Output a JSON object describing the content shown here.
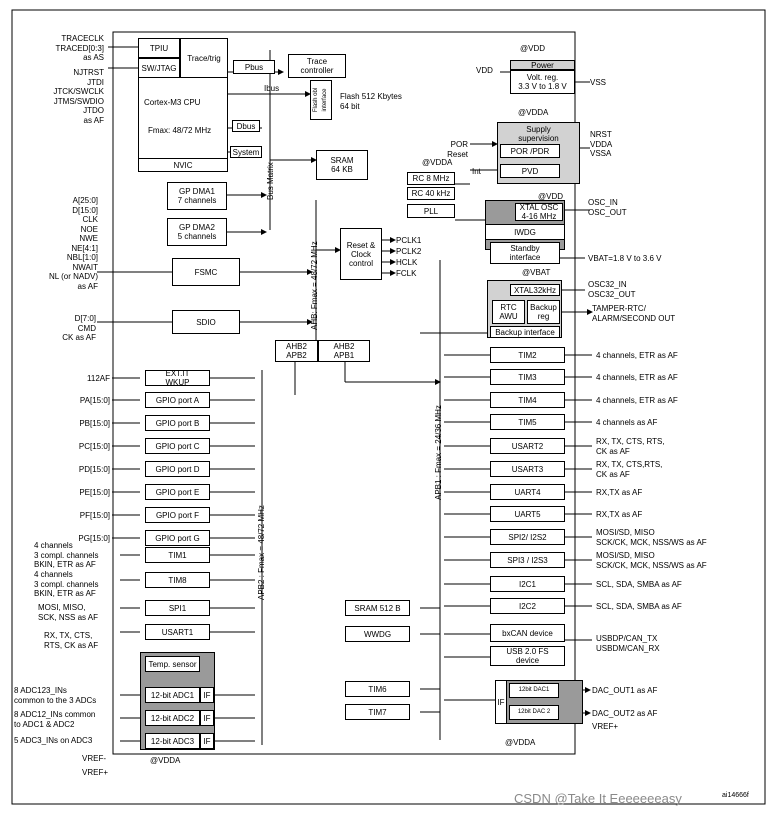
{
  "ext_left": {
    "trace": "TRACECLK\nTRACED[0:3]\nas AS",
    "jtag": "NJTRST\nJTDI\nJTCK/SWCLK\nJTMS/SWDIO\nJTDO\nas AF",
    "fsmc": "A[25:0]\nD[15:0]\nCLK\nNOE\nNWE\nNE[4:1]\nNBL[1:0]\nNWAIT\nNL (or NADV)\nas AF",
    "sdio": "D[7:0]\nCMD\nCK as AF",
    "exti": "112AF",
    "gpio": [
      "PA[15:0]",
      "PB[15:0]",
      "PC[15:0]",
      "PD[15:0]",
      "PE[15:0]",
      "PF[15:0]",
      "PG[15:0]"
    ],
    "tim1": "4 channels\n3 compl. channels\nBKIN, ETR as AF",
    "tim8": "4 channels\n3 compl. channels\nBKIN, ETR as AF",
    "spi1": "MOSI, MISO,\nSCK, NSS as AF",
    "usart1": "RX, TX, CTS,\nRTS, CK as AF",
    "adc1": "8 ADC123_INs\ncommon to the 3 ADCs",
    "adc2": "8 ADC12_INs common\nto ADC1 & ADC2",
    "adc3": "5 ADC3_INs on ADC3",
    "vref_minus": "VREF-",
    "vref_plus": "VREF+"
  },
  "core": {
    "tpiu": "TPIU",
    "swjtag": "SW/JTAG",
    "trace_trig": "Trace/trig",
    "cpu": "Cortex-M3 CPU",
    "fmax": "Fmax: 48/72 MHz",
    "nvic": "NVIC",
    "pbus": "Pbus",
    "ibus": "Ibus",
    "dbus": "Dbus",
    "system": "System",
    "trace_ctrl": "Trace\ncontroller",
    "flash_iface": "Flash obl\ninterface",
    "flash": "Flash 512 Kbytes\n64 bit",
    "sram": "SRAM\n64 KB",
    "bus_matrix": "Bus Matrix",
    "gpdma1": "GP DMA1\n7 channels",
    "gpdma2": "GP DMA2\n5 channels",
    "fsmc": "FSMC",
    "sdio": "SDIO",
    "ahb_label": "AHB: Fmax = 48/72 MHz",
    "rcc": "Reset &\nClock\ncontrol",
    "clocks": [
      "PCLK1",
      "PCLK2",
      "HCLK",
      "FCLK"
    ],
    "ahb2apb2": "AHB2\nAPB2",
    "ahb2apb1": "AHB2\nAPB1"
  },
  "power": {
    "vdd_top": "@VDD",
    "vdd": "VDD",
    "power_title": "Power",
    "vreg": "Volt. reg.\n3.3 V to 1.8 V",
    "vss": "VSS",
    "vdda_top": "@VDDA",
    "supply_title": "Supply\nsupervision",
    "por_pdr": "POR /PDR",
    "pvd": "PVD",
    "por_reset": "POR\nReset",
    "int": "Int",
    "nrst_group": "NRST\nVDDA\nVSSA",
    "vdda_rc": "@VDDA",
    "rc8": "RC 8 MHz",
    "rc40": "RC 40 kHz",
    "pll": "PLL",
    "vdd_osc": "@VDD",
    "xtal": "XTAL OSC\n4-16 MHz",
    "osc_pins": "OSC_IN\nOSC_OUT",
    "iwdg": "IWDG",
    "standby": "Standby\ninterface",
    "vbat_range": "VBAT=1.8 V to 3.6 V",
    "vbat_top": "@VBAT",
    "xtal32": "XTAL32kHz",
    "osc32": "OSC32_IN\nOSC32_OUT",
    "rtc": "RTC\nAWU",
    "backup_reg": "Backup\nreg",
    "backup_iface": "Backup interface",
    "tamper": "TAMPER-RTC/\nALARM/SECOND OUT"
  },
  "apb2": {
    "bus_label": "APB2 : Fmax = 48/72 MHz",
    "exti": "EXT.IT\nWKUP",
    "gpio": [
      "GPIO port A",
      "GPIO port B",
      "GPIO port C",
      "GPIO port D",
      "GPIO port E",
      "GPIO port F",
      "GPIO port G"
    ],
    "tim1": "TIM1",
    "tim8": "TIM8",
    "spi1": "SPI1",
    "usart1": "USART1",
    "temp": "Temp. sensor",
    "adc": [
      "12-bit ADC1",
      "12-bit ADC2",
      "12-bit ADC3"
    ],
    "if": "IF",
    "vdda_bottom": "@VDDA"
  },
  "apb1": {
    "bus_label": "APB1 : Fmax = 24/36 MHz",
    "blocks": [
      "TIM2",
      "TIM3",
      "TIM4",
      "TIM5",
      "USART2",
      "USART3",
      "UART4",
      "UART5",
      "SPI2/ I2S2",
      "SPI3 / I2S3",
      "I2C1",
      "I2C2",
      "bxCAN device",
      "USB 2.0 FS\ndevice"
    ],
    "labels": [
      "4 channels, ETR as AF",
      "4 channels, ETR as AF",
      "4 channels, ETR as AF",
      "4 channels as AF",
      "RX, TX, CTS, RTS,\nCK as AF",
      "RX, TX, CTS,RTS,\nCK as AF",
      "RX,TX as AF",
      "RX,TX as AF",
      "MOSI/SD, MISO\nSCK/CK, MCK, NSS/WS as AF",
      "MOSI/SD, MISO\nSCK/CK, MCK, NSS/WS as AF",
      "SCL, SDA, SMBA as AF",
      "SCL, SDA, SMBA as AF",
      "USBDP/CAN_TX\nUSBDM/CAN_RX",
      ""
    ],
    "sram512": "SRAM 512 B",
    "wwdg": "WWDG",
    "tim6": "TIM6",
    "tim7": "TIM7",
    "dac_if": "IF",
    "dac1": "12bit DAC1",
    "dac2": "12bit DAC 2",
    "dac_out1": "DAC_OUT1 as AF",
    "dac_out2": "DAC_OUT2 as AF",
    "dac_vref": "VREF+",
    "vdda_bottom": "@VDDA"
  },
  "figure_id": "ai14666f",
  "watermark": "CSDN @Take It Eeeeeeeasy"
}
